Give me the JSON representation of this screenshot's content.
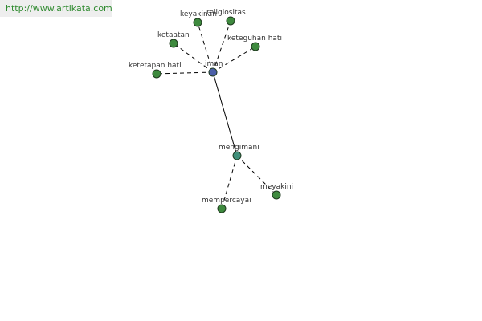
{
  "source_url": "http://www.artikata.com",
  "colors": {
    "root_node": "#4b5fa8",
    "hub_node": "#3f8f7a",
    "leaf_node": "#3e8a3e"
  },
  "graph": {
    "nodes": [
      {
        "id": "iman",
        "label": "iman",
        "kind": "root"
      },
      {
        "id": "keyakinan",
        "label": "keyakinan",
        "kind": "leaf"
      },
      {
        "id": "religiositas",
        "label": "religiositas",
        "kind": "leaf"
      },
      {
        "id": "ketaatan",
        "label": "ketaatan",
        "kind": "leaf"
      },
      {
        "id": "keteguhan-hati",
        "label": "keteguhan hati",
        "kind": "leaf"
      },
      {
        "id": "ketetapan-hati",
        "label": "ketetapan hati",
        "kind": "leaf"
      },
      {
        "id": "mengimani",
        "label": "mengimani",
        "kind": "hub"
      },
      {
        "id": "meyakini",
        "label": "meyakini",
        "kind": "leaf"
      },
      {
        "id": "mempercayai",
        "label": "mempercayai",
        "kind": "leaf"
      }
    ],
    "edges": [
      {
        "from": "iman",
        "to": "keyakinan",
        "style": "dashed"
      },
      {
        "from": "iman",
        "to": "religiositas",
        "style": "dashed"
      },
      {
        "from": "iman",
        "to": "ketaatan",
        "style": "dashed"
      },
      {
        "from": "iman",
        "to": "keteguhan-hati",
        "style": "dashed"
      },
      {
        "from": "iman",
        "to": "ketetapan-hati",
        "style": "dashed"
      },
      {
        "from": "iman",
        "to": "mengimani",
        "style": "solid"
      },
      {
        "from": "mengimani",
        "to": "meyakini",
        "style": "dashed"
      },
      {
        "from": "mengimani",
        "to": "mempercayai",
        "style": "dashed"
      }
    ]
  }
}
